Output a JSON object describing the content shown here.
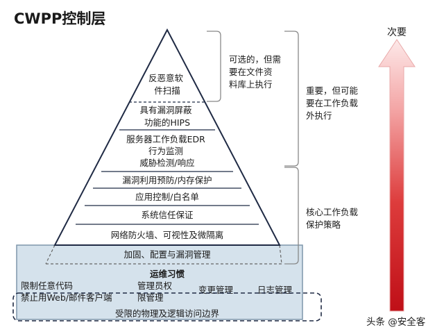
{
  "title": "CWPP控制层",
  "priority_label": "次要",
  "pyramid_layers": [
    {
      "lines": [
        "反恶意软",
        "件扫描"
      ]
    },
    {
      "lines": [
        "具有漏洞屏蔽",
        "功能的HIPS"
      ]
    },
    {
      "lines": [
        "服务器工作负载EDR",
        "行为监测",
        "威胁检测/响应"
      ]
    },
    {
      "lines": [
        "漏洞利用预防/内存保护"
      ]
    },
    {
      "lines": [
        "应用控制/白名单"
      ]
    },
    {
      "lines": [
        "系统信任保证"
      ]
    },
    {
      "lines": [
        "网络防火墙、可视性及微隔离"
      ]
    }
  ],
  "base": {
    "hardening": "加固、配置与漏洞管理",
    "ops_title": "运维习惯",
    "ops_items": [
      {
        "lines": [
          "限制任意代码",
          "禁止用Web/邮件客户端"
        ]
      },
      {
        "lines": [
          "管理员权",
          "限管理"
        ]
      },
      {
        "lines": [
          "变更管理"
        ]
      },
      {
        "lines": [
          "日志管理"
        ]
      }
    ],
    "boundary": "受限的物理及逻辑访问边界"
  },
  "annotations": {
    "inner_top": [
      "可选的，但需",
      "要在文件资",
      "料库上执行"
    ],
    "outer_top": [
      "重要，但可能",
      "要在工作负载",
      "外执行"
    ],
    "core": [
      "核心工作负载",
      "保护策略"
    ]
  },
  "watermark": "头条 @安全客",
  "colors": {
    "base_fill": "#d5e2ec",
    "arrow_top": "#fbe3e3",
    "arrow_bottom": "#c8141c",
    "line": "#1f2a44"
  }
}
